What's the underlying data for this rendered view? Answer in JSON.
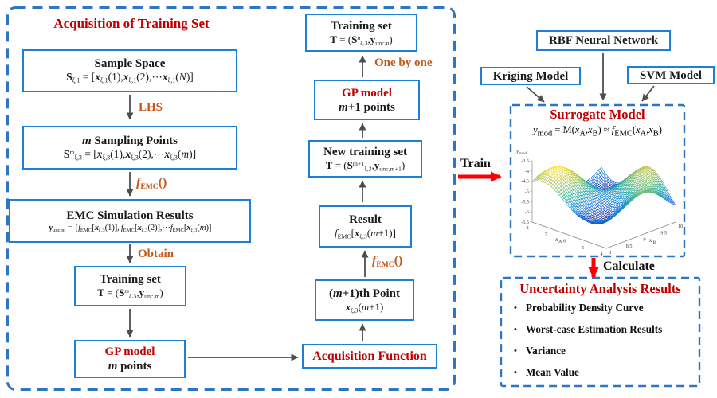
{
  "colors": {
    "box_border": "#1e7fd6",
    "dashed_border": "#2e75c3",
    "title_red": "#c00000",
    "label_orange": "#c5581a",
    "arrow_gray": "#4d4d4d",
    "arrow_red": "#ff0000"
  },
  "left": {
    "title": "Acquisition of Training Set",
    "boxes": {
      "sample_space": {
        "title": "Sample Space",
        "formula": [
          {
            "v": "S",
            "b": 1
          },
          {
            "v": "ξ,1",
            "t": "sub"
          },
          {
            "v": " = ["
          },
          {
            "v": "x",
            "b": 1,
            "i": 1
          },
          {
            "v": "ξ,1",
            "t": "sub"
          },
          {
            "v": "(1),"
          },
          {
            "v": "x",
            "b": 1,
            "i": 1
          },
          {
            "v": "ξ,1",
            "t": "sub"
          },
          {
            "v": "(2),⋯"
          },
          {
            "v": "x",
            "b": 1,
            "i": 1
          },
          {
            "v": "ξ,1",
            "t": "sub"
          },
          {
            "v": "("
          },
          {
            "v": "N",
            "i": 1
          },
          {
            "v": ")]"
          }
        ]
      },
      "sampling_points": {
        "title": [
          {
            "v": "m",
            "i": 1,
            "b": 1
          },
          {
            "v": " Sampling Points",
            "b": 1
          }
        ],
        "formula": [
          {
            "v": "S",
            "b": 1
          },
          {
            "v": "m",
            "t": "sup",
            "i": 1
          },
          {
            "v": "ξ,3",
            "t": "sub"
          },
          {
            "v": " = ["
          },
          {
            "v": "x",
            "b": 1,
            "i": 1
          },
          {
            "v": "ξ,3",
            "t": "sub"
          },
          {
            "v": "(1),"
          },
          {
            "v": "x",
            "b": 1,
            "i": 1
          },
          {
            "v": "ξ,3",
            "t": "sub"
          },
          {
            "v": "(2),⋯"
          },
          {
            "v": "x",
            "b": 1,
            "i": 1
          },
          {
            "v": "ξ,3",
            "t": "sub"
          },
          {
            "v": "("
          },
          {
            "v": "m",
            "i": 1
          },
          {
            "v": ")]"
          }
        ]
      },
      "emc_results": {
        "title": "EMC Simulation Results",
        "formula": [
          {
            "v": "y",
            "b": 1
          },
          {
            "v": "unc,m",
            "t": "sub"
          },
          {
            "v": " = {"
          },
          {
            "v": "f",
            "i": 1
          },
          {
            "v": "EMC",
            "t": "sub"
          },
          {
            "v": "["
          },
          {
            "v": "x",
            "b": 1,
            "i": 1
          },
          {
            "v": "ξ,3",
            "t": "sub"
          },
          {
            "v": "(1)], "
          },
          {
            "v": "f",
            "i": 1
          },
          {
            "v": "EMC",
            "t": "sub"
          },
          {
            "v": "["
          },
          {
            "v": "x",
            "b": 1,
            "i": 1
          },
          {
            "v": "ξ,3",
            "t": "sub"
          },
          {
            "v": "(2)],⋯"
          },
          {
            "v": "f",
            "i": 1
          },
          {
            "v": "EMC",
            "t": "sub"
          },
          {
            "v": "["
          },
          {
            "v": "x",
            "b": 1,
            "i": 1
          },
          {
            "v": "ξ,3",
            "t": "sub"
          },
          {
            "v": "("
          },
          {
            "v": "m",
            "i": 1
          },
          {
            "v": ")]"
          }
        ]
      },
      "training_set": {
        "title": "Training set",
        "formula": [
          {
            "v": "T",
            "b": 1
          },
          {
            "v": " = ("
          },
          {
            "v": "S",
            "b": 1
          },
          {
            "v": "m",
            "t": "sup",
            "i": 1
          },
          {
            "v": "ξ,3",
            "t": "sub"
          },
          {
            "v": ","
          },
          {
            "v": "y",
            "b": 1
          },
          {
            "v": "unc,m",
            "t": "sub"
          },
          {
            "v": ")"
          }
        ]
      },
      "gp_model": {
        "title": "GP model",
        "subtitle": [
          {
            "v": "m",
            "i": 1,
            "b": 1
          },
          {
            "v": " points",
            "b": 1
          }
        ]
      }
    },
    "labels": {
      "lhs": "LHS",
      "f_emc": [
        {
          "v": "f",
          "i": 1,
          "b": 1
        },
        {
          "v": "EMC",
          "t": "sub",
          "b": 1
        },
        {
          "v": "()",
          "b": 1
        }
      ],
      "obtain": "Obtain"
    }
  },
  "middle": {
    "boxes": {
      "training_set": {
        "title": "Training set",
        "formula": [
          {
            "v": "T",
            "b": 1
          },
          {
            "v": " = ("
          },
          {
            "v": "S",
            "b": 1
          },
          {
            "v": "n",
            "t": "sup",
            "i": 1
          },
          {
            "v": "ξ,3",
            "t": "sub"
          },
          {
            "v": ","
          },
          {
            "v": "y",
            "b": 1
          },
          {
            "v": "unc,n",
            "t": "sub"
          },
          {
            "v": ")"
          }
        ]
      },
      "gp_model": {
        "title": "GP model",
        "subtitle": [
          {
            "v": "m",
            "i": 1,
            "b": 1
          },
          {
            "v": "+1 points",
            "b": 1
          }
        ]
      },
      "new_training_set": {
        "title": "New training set",
        "formula": [
          {
            "v": "T",
            "b": 1
          },
          {
            "v": " = ("
          },
          {
            "v": "S",
            "b": 1
          },
          {
            "v": "m+1",
            "t": "sup"
          },
          {
            "v": "ξ,3",
            "t": "sub"
          },
          {
            "v": ","
          },
          {
            "v": "y",
            "b": 1
          },
          {
            "v": "unc,m+1",
            "t": "sub"
          },
          {
            "v": ")"
          }
        ]
      },
      "result": {
        "title": "Result",
        "formula": [
          {
            "v": "f",
            "i": 1
          },
          {
            "v": "EMC",
            "t": "sub"
          },
          {
            "v": "["
          },
          {
            "v": "x",
            "b": 1,
            "i": 1
          },
          {
            "v": "ξ,3",
            "t": "sub"
          },
          {
            "v": "("
          },
          {
            "v": "m",
            "i": 1
          },
          {
            "v": "+1)]"
          }
        ]
      },
      "point": {
        "title": [
          {
            "v": "(",
            "b": 1
          },
          {
            "v": "m",
            "i": 1,
            "b": 1
          },
          {
            "v": "+1)th Point",
            "b": 1
          }
        ],
        "formula": [
          {
            "v": "x",
            "b": 1,
            "i": 1
          },
          {
            "v": "ξ,3",
            "t": "sub"
          },
          {
            "v": "("
          },
          {
            "v": "m",
            "i": 1
          },
          {
            "v": "+1)"
          }
        ]
      },
      "acquisition": {
        "title": "Acquisition Function"
      }
    },
    "labels": {
      "one_by_one": "One by one",
      "f_emc": [
        {
          "v": "f",
          "i": 1,
          "b": 1
        },
        {
          "v": "EMC",
          "t": "sub",
          "b": 1
        },
        {
          "v": "()",
          "b": 1
        }
      ]
    }
  },
  "right": {
    "models": {
      "rbf": "RBF Neural Network",
      "kriging": "Kriging Model",
      "svm": "SVM Model"
    },
    "train_label": "Train",
    "calculate_label": "Calculate",
    "surrogate": {
      "title": "Surrogate Model",
      "formula": [
        {
          "v": "y",
          "i": 1
        },
        {
          "v": "mod",
          "t": "sub"
        },
        {
          "v": " = M("
        },
        {
          "v": "x",
          "i": 1
        },
        {
          "v": "A",
          "t": "sub"
        },
        {
          "v": ","
        },
        {
          "v": "x",
          "i": 1
        },
        {
          "v": "B",
          "t": "sub"
        },
        {
          "v": ") ≈ "
        },
        {
          "v": "f",
          "i": 1
        },
        {
          "v": "EMC",
          "t": "sub"
        },
        {
          "v": "("
        },
        {
          "v": "x",
          "i": 1
        },
        {
          "v": "A",
          "t": "sub"
        },
        {
          "v": ","
        },
        {
          "v": "x",
          "i": 1
        },
        {
          "v": "B",
          "t": "sub"
        },
        {
          "v": ")"
        }
      ]
    },
    "uncertainty": {
      "title": "Uncertainty Analysis Results",
      "items": [
        "Probability Density Curve",
        "Worst-case Estimation Results",
        "Variance",
        "Mean Value"
      ]
    }
  },
  "chart_data": {
    "type": "surface-mesh-3d",
    "zlabel": {
      "base": "y",
      "sub": "mod"
    },
    "xlabel": {
      "base": "x",
      "sub": "A"
    },
    "ylabel": {
      "base": "x",
      "sub": "B"
    },
    "x_ticks": [
      "8",
      "7",
      "6",
      "5",
      "4"
    ],
    "y_ticks": [
      "8",
      "8.5",
      "9",
      "9.5",
      "10"
    ],
    "z_ticks": [
      "-3.5",
      "-4",
      "-4.5",
      "-5",
      "-5.5",
      "-6",
      "-6.5"
    ],
    "x_range": [
      4,
      8
    ],
    "y_range": [
      8,
      10
    ],
    "z_range": [
      -6.5,
      -3.5
    ],
    "colormap": "parula",
    "grid": false,
    "legend": false
  }
}
